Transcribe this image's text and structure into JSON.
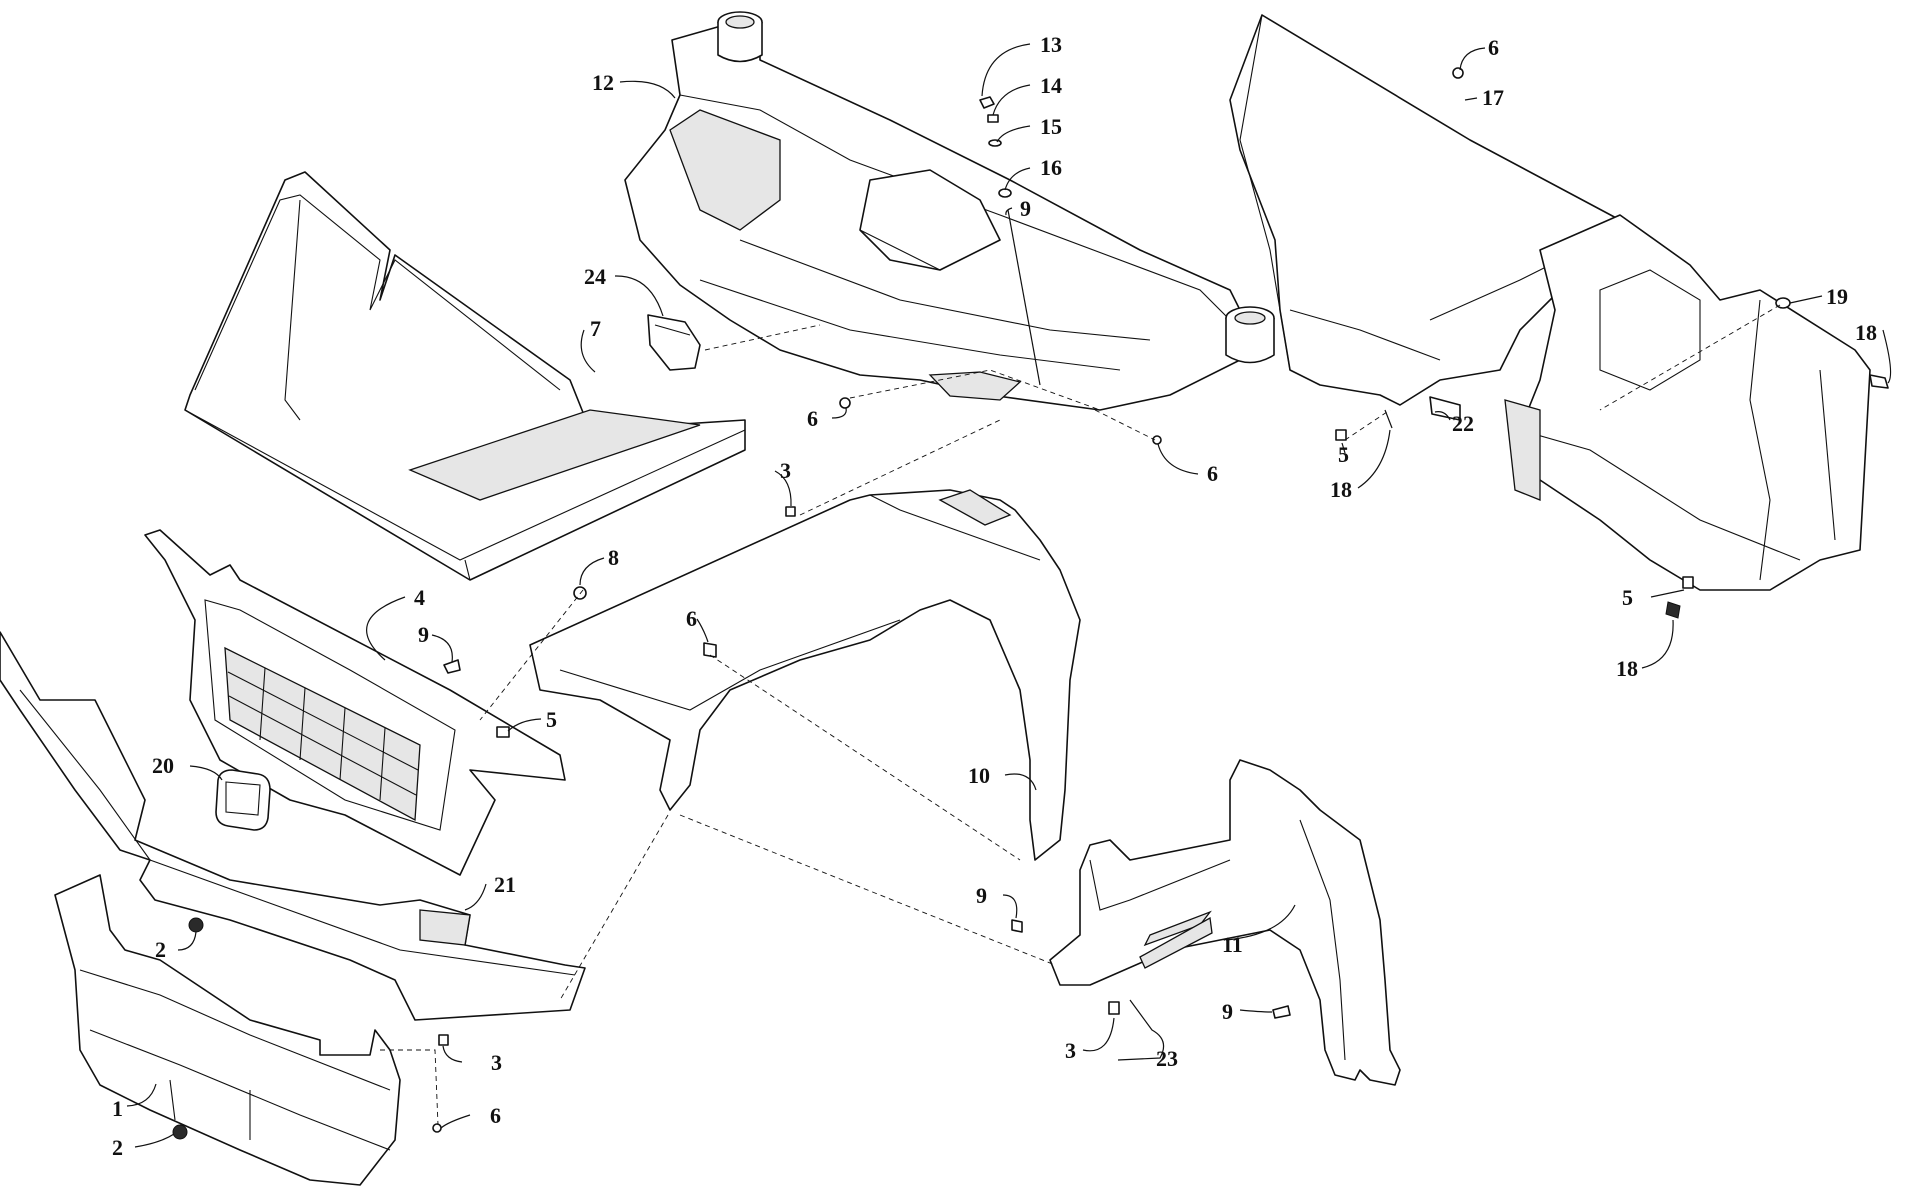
{
  "diagram": {
    "callouts": [
      {
        "id": "c12",
        "label": "12"
      },
      {
        "id": "c13",
        "label": "13"
      },
      {
        "id": "c14",
        "label": "14"
      },
      {
        "id": "c15",
        "label": "15"
      },
      {
        "id": "c16",
        "label": "16"
      },
      {
        "id": "c9a",
        "label": "9"
      },
      {
        "id": "c24",
        "label": "24"
      },
      {
        "id": "c7",
        "label": "7"
      },
      {
        "id": "c6a",
        "label": "6"
      },
      {
        "id": "c6b",
        "label": "6"
      },
      {
        "id": "c6c",
        "label": "6"
      },
      {
        "id": "c17",
        "label": "17"
      },
      {
        "id": "c19",
        "label": "19"
      },
      {
        "id": "c18a",
        "label": "18"
      },
      {
        "id": "c22",
        "label": "22"
      },
      {
        "id": "c5a",
        "label": "5"
      },
      {
        "id": "c18b",
        "label": "18"
      },
      {
        "id": "c5b",
        "label": "5"
      },
      {
        "id": "c18c",
        "label": "18"
      },
      {
        "id": "c3a",
        "label": "3"
      },
      {
        "id": "c8",
        "label": "8"
      },
      {
        "id": "c4",
        "label": "4"
      },
      {
        "id": "c9b",
        "label": "9"
      },
      {
        "id": "c5c",
        "label": "5"
      },
      {
        "id": "c6d",
        "label": "6"
      },
      {
        "id": "c20",
        "label": "20"
      },
      {
        "id": "c10",
        "label": "10"
      },
      {
        "id": "c21",
        "label": "21"
      },
      {
        "id": "c9c",
        "label": "9"
      },
      {
        "id": "c11",
        "label": "11"
      },
      {
        "id": "c2a",
        "label": "2"
      },
      {
        "id": "c9d",
        "label": "9"
      },
      {
        "id": "c23",
        "label": "23"
      },
      {
        "id": "c3b",
        "label": "3"
      },
      {
        "id": "c3c",
        "label": "3"
      },
      {
        "id": "c1",
        "label": "1"
      },
      {
        "id": "c6e",
        "label": "6"
      },
      {
        "id": "c2b",
        "label": "2"
      }
    ]
  }
}
